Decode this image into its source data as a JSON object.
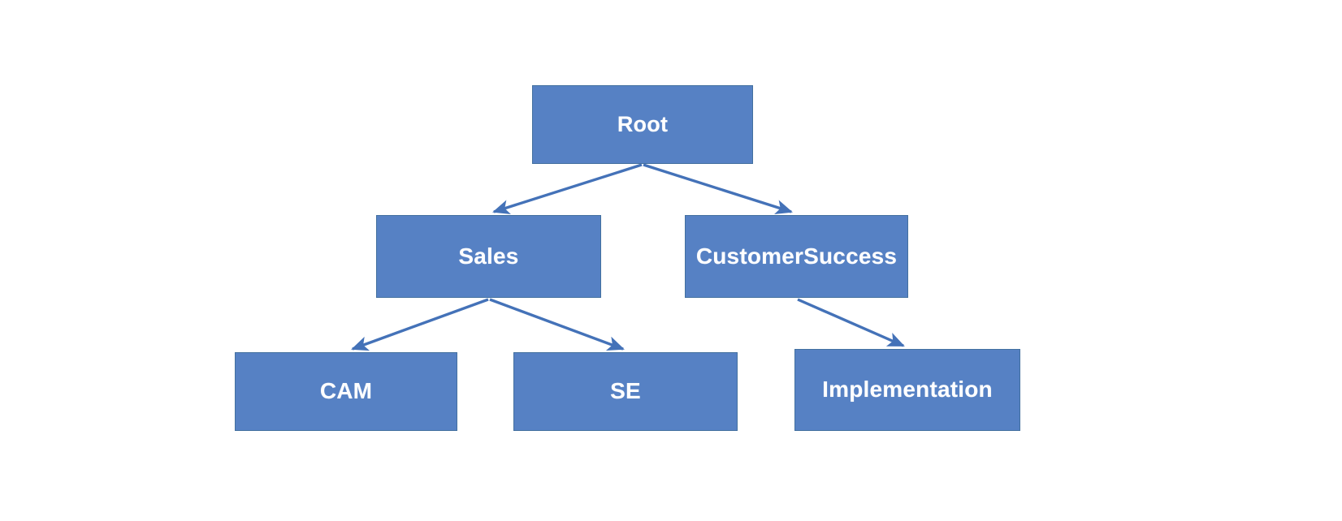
{
  "diagram": {
    "type": "tree",
    "title": "",
    "background_color": "#ffffff",
    "node_fill_color": "#5681c4",
    "node_border_color": "#43709f",
    "node_text_color": "#ffffff",
    "edge_color": "#4472b8",
    "nodes": [
      {
        "id": "root",
        "label": "Root",
        "level": 0
      },
      {
        "id": "sales",
        "label": "Sales",
        "level": 1
      },
      {
        "id": "customersuccess",
        "label": "CustomerSuccess",
        "level": 1
      },
      {
        "id": "cam",
        "label": "CAM",
        "level": 2
      },
      {
        "id": "se",
        "label": "SE",
        "level": 2
      },
      {
        "id": "implementation",
        "label": "Implementation",
        "level": 2
      }
    ],
    "edges": [
      {
        "from": "root",
        "to": "sales",
        "arrow": "to"
      },
      {
        "from": "root",
        "to": "customersuccess",
        "arrow": "to"
      },
      {
        "from": "sales",
        "to": "cam",
        "arrow": "to"
      },
      {
        "from": "sales",
        "to": "se",
        "arrow": "to"
      },
      {
        "from": "customersuccess",
        "to": "implementation",
        "arrow": "to"
      }
    ]
  }
}
